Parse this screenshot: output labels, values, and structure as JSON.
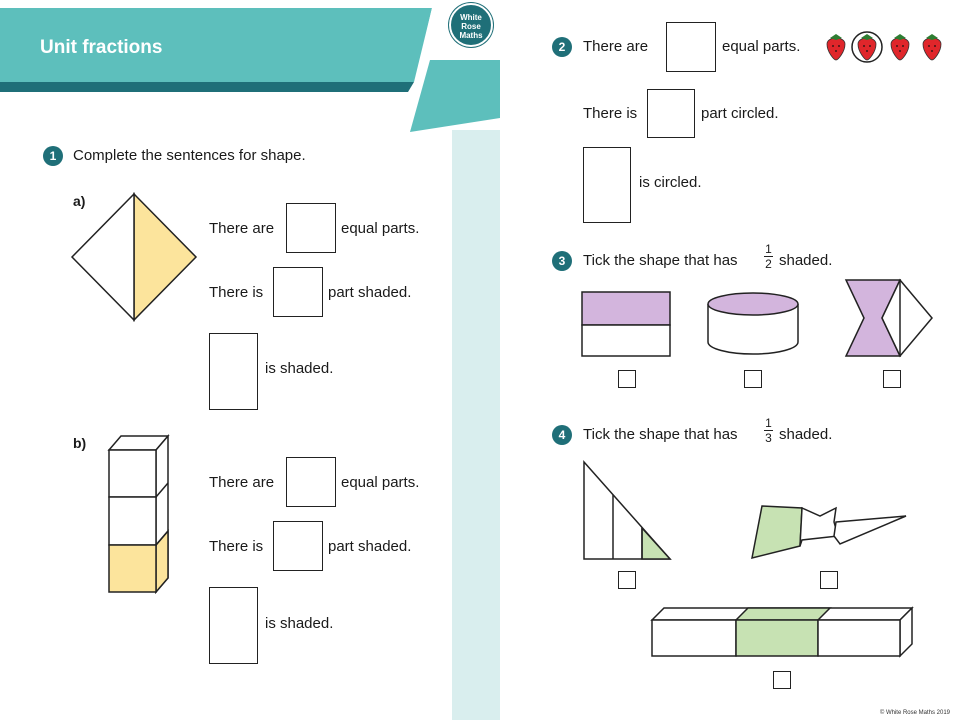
{
  "header": {
    "title": "Unit fractions",
    "logo_lines": [
      "White",
      "Rose",
      "Maths"
    ]
  },
  "q1": {
    "number": "1",
    "instruction": "Complete the sentences for shape.",
    "part_a": {
      "label": "a)"
    },
    "part_b": {
      "label": "b)"
    },
    "sentence_there_are": "There are",
    "sentence_equal_parts": "equal parts.",
    "sentence_there_is": "There is",
    "sentence_part_shaded": "part shaded.",
    "sentence_is_shaded": "is shaded."
  },
  "q2": {
    "number": "2",
    "there_are": "There are",
    "equal_parts": "equal parts.",
    "there_is": "There is",
    "part_circled": "part circled.",
    "is_circled": "is circled.",
    "strawberry_count": 4,
    "circled_index": 1
  },
  "q3": {
    "number": "3",
    "text_before": "Tick the shape that has",
    "fraction": {
      "numerator": "1",
      "denominator": "2"
    },
    "text_after": "shaded."
  },
  "q4": {
    "number": "4",
    "text_before": "Tick the shape that has",
    "fraction": {
      "numerator": "1",
      "denominator": "3"
    },
    "text_after": "shaded."
  },
  "footer": "© White Rose Maths 2019",
  "colors": {
    "teal": "#5dbfbc",
    "teal_dark": "#1f6f78",
    "yellow": "#fce49c",
    "purple": "#d3b5dd",
    "green": "#c7e2b3",
    "strip": "#d9eeee"
  }
}
